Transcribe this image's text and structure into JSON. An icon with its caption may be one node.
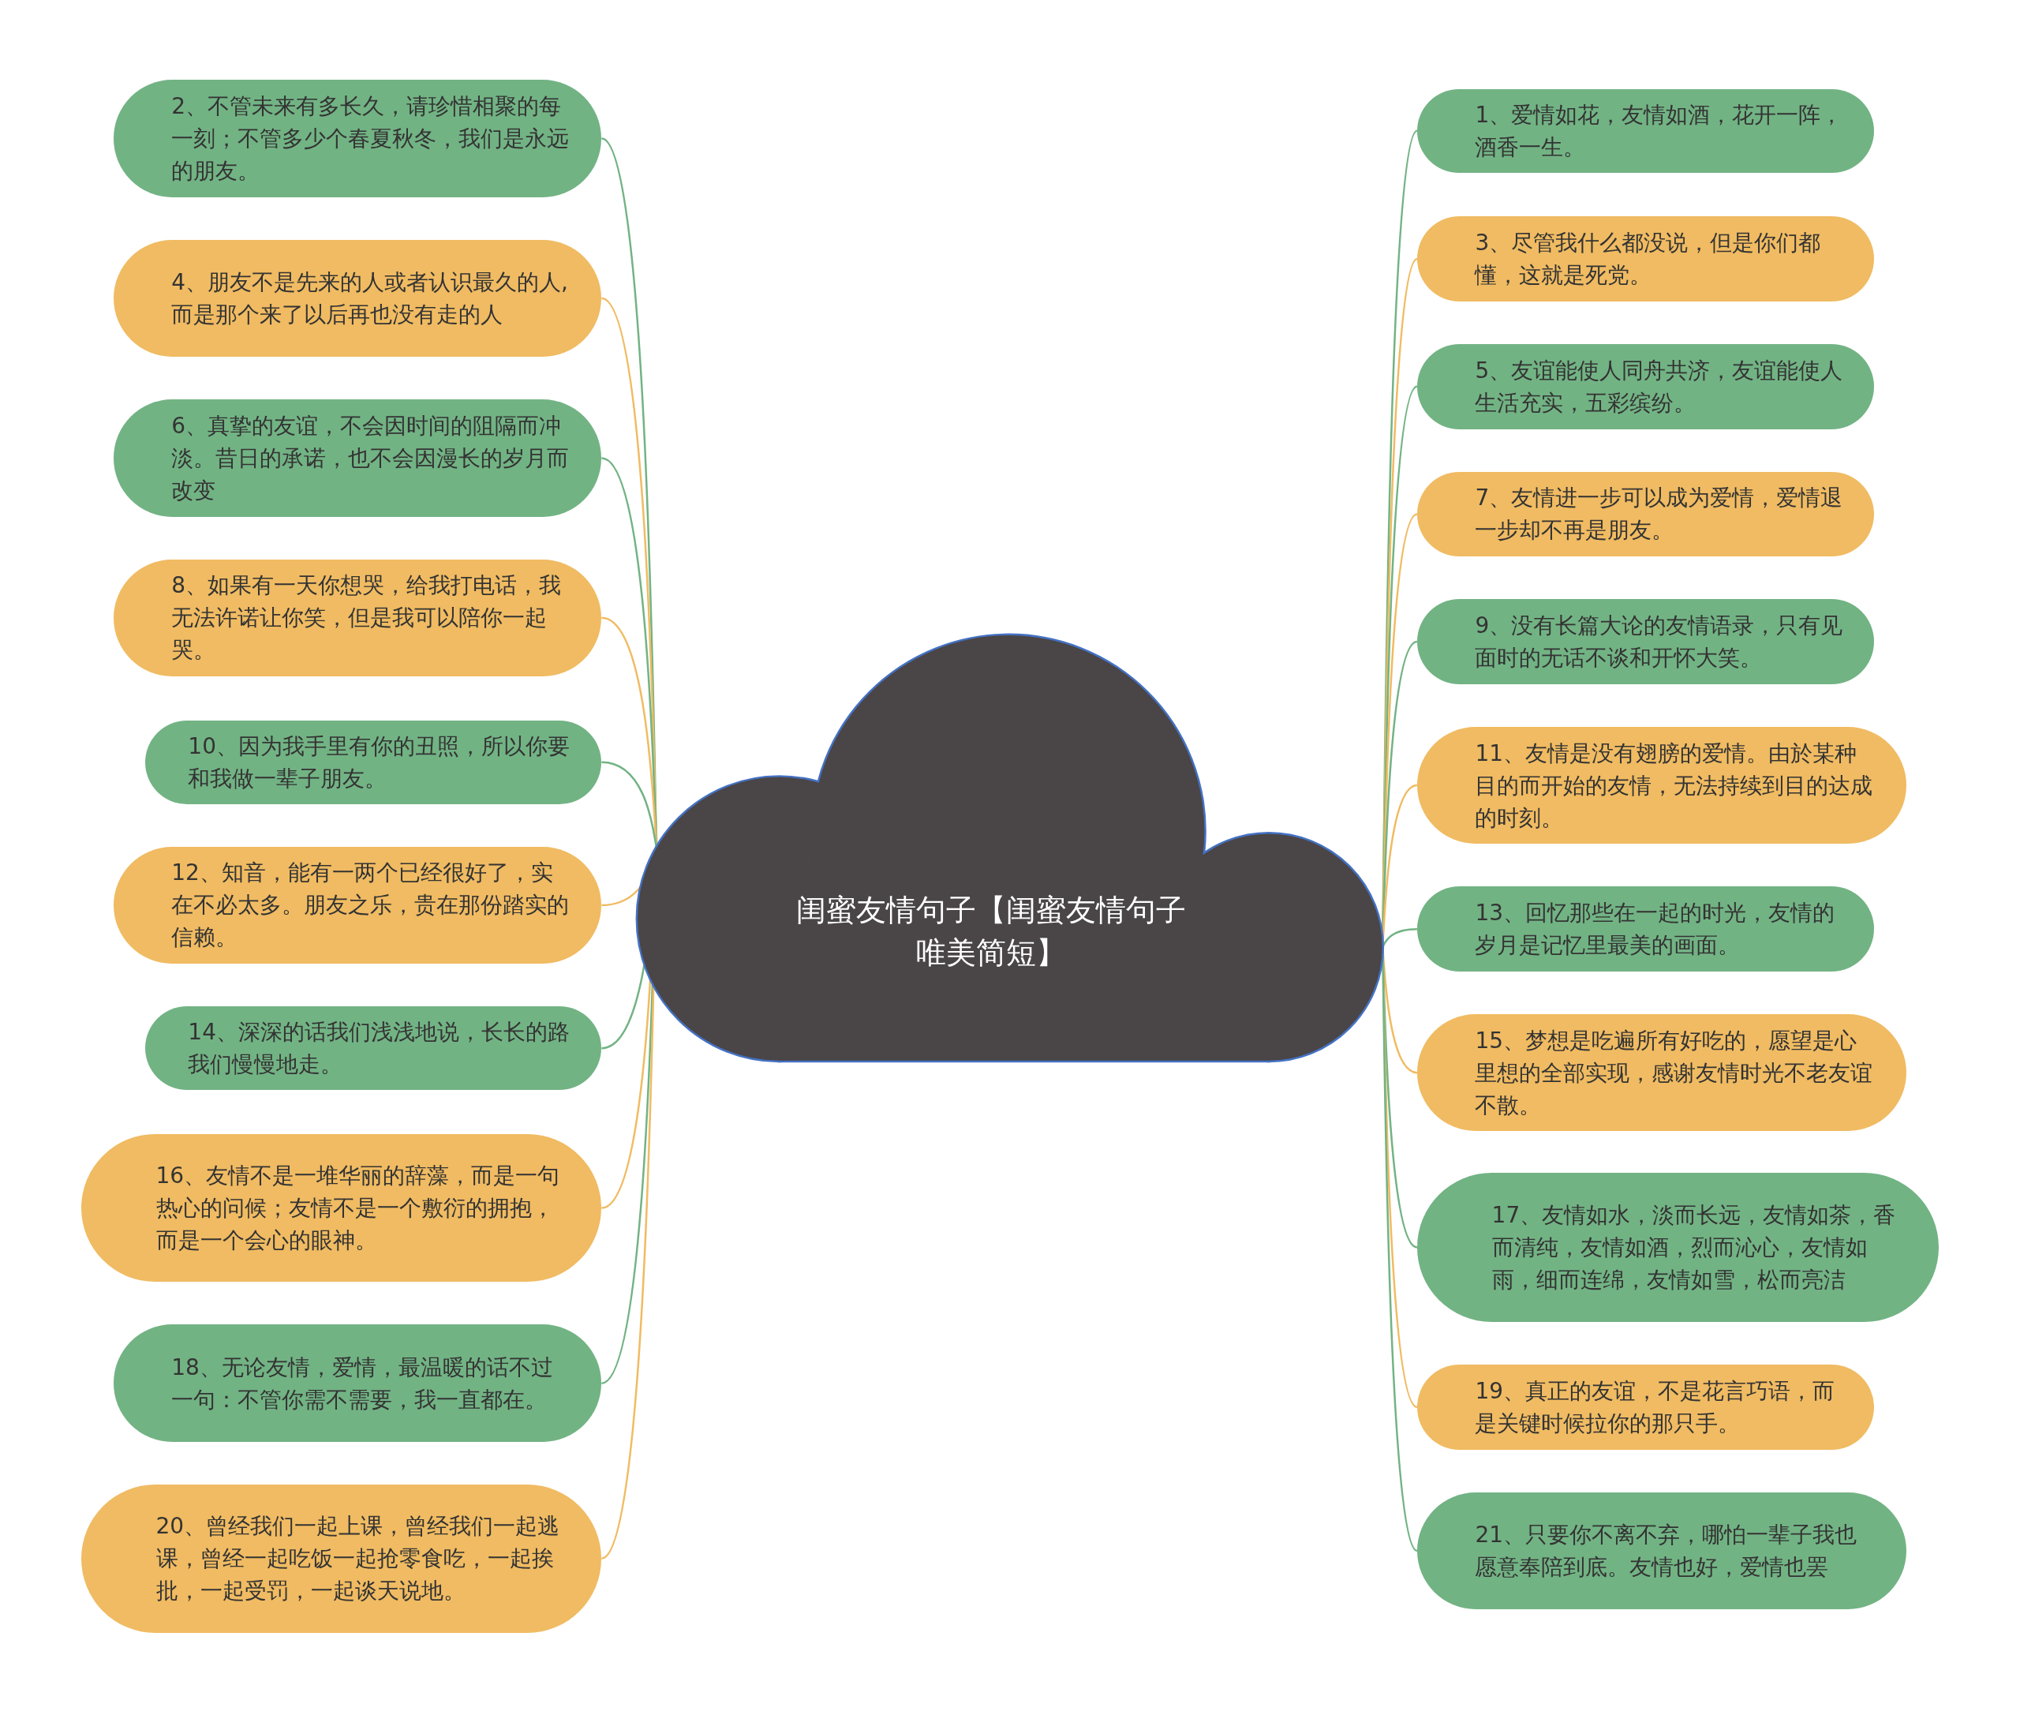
{
  "diagram": {
    "nodes": [
      {
        "text": [
          "闺蜜友情句子【闺蜜友情句子唯美简短】"
        ]
      },
      {
        "text": [
          "1、爱情如花，友情如酒，花开一阵，酒香一生。"
        ]
      },
      {
        "text": [
          "2、不管未来有多长久，请珍惜相聚的每一刻；不管多少个春夏秋冬，我们是永远的朋友。"
        ]
      },
      {
        "text": [
          "3、尽管我什么都没说，但是你们都懂，这就是死党。"
        ]
      },
      {
        "text": [
          "4、朋友不是先来的人或者认识最久的人,而是那个来了以后再也没有走的人"
        ]
      },
      {
        "text": [
          "5、友谊能使人同舟共济，友谊能使人生活充实，五彩缤纷。"
        ]
      },
      {
        "text": [
          "6、真挚的友谊，不会因时间的阻隔而冲淡。昔日的承诺，也不会因漫长的岁月而改变"
        ]
      },
      {
        "text": [
          "7、友情进一步可以成为爱情，爱情退一步却不再是朋友。"
        ]
      },
      {
        "text": [
          "8、如果有一天你想哭，给我打电话，我无法许诺让你笑，但是我可以陪你一起哭。"
        ]
      },
      {
        "text": [
          "9、没有长篇大论的友情语录，只有见面时的无话不谈和开怀大笑。"
        ]
      },
      {
        "text": [
          "10、因为我手里有你的丑照，所以你要和我做一辈子朋友。"
        ]
      },
      {
        "text": [
          "11、友情是没有翅膀的爱情。由於某种目的而开始的友情，无法持续到目的达成的时刻。"
        ]
      },
      {
        "text": [
          "12、知音，能有一两个已经很好了，实在不必太多。朋友之乐，贵在那份踏实的信赖。"
        ]
      },
      {
        "text": [
          "13、回忆那些在一起的时光，友情的岁月是记忆里最美的画面。"
        ]
      },
      {
        "text": [
          "14、深深的话我们浅浅地说，长长的路我们慢慢地走。"
        ]
      },
      {
        "text": [
          "15、梦想是吃遍所有好吃的，愿望是心里想的全部实现，感谢友情时光不老友谊不散。"
        ]
      },
      {
        "text": [
          "16、友情不是一堆华丽的辞藻，而是一句热心的问候；友情不是一个敷衍的拥抱，而是一个会心的眼神。"
        ]
      },
      {
        "text": [
          "17、友情如水，淡而长远，友情如茶，香而清纯，友情如酒，烈而沁心，友情如雨，细而连绵，友情如雪，松而亮洁"
        ]
      },
      {
        "text": [
          "18、无论友情，爱情，最温暖的话不过一句：不管你需不需要，我一直都在。"
        ]
      },
      {
        "text": [
          "19、真正的友谊，不是花言巧语，而是关键时候拉你的那只手。"
        ]
      },
      {
        "text": [
          "20、曾经我们一起上课，曾经我们一起逃课，曾经一起吃饭一起抢零食吃，一起挨批，一起受罚，一起谈天说地。"
        ]
      },
      {
        "text": [
          "21、只要你不离不弃，哪怕一辈子我也愿意奉陪到底。友情也好，爱情也罢"
        ]
      }
    ],
    "edges": [
      {
        "from": 0,
        "to": 1,
        "arrow": "none"
      },
      {
        "from": 0,
        "to": 2,
        "arrow": "none"
      },
      {
        "from": 0,
        "to": 3,
        "arrow": "none",
        "color": "#f0bb62"
      },
      {
        "from": 0,
        "to": 4,
        "arrow": "none",
        "color": "#f0bb62"
      },
      {
        "from": 0,
        "to": 5,
        "arrow": "none"
      },
      {
        "from": 0,
        "to": 6,
        "arrow": "none"
      },
      {
        "from": 0,
        "to": 7,
        "arrow": "none",
        "color": "#f0bb62"
      },
      {
        "from": 0,
        "to": 8,
        "arrow": "none",
        "color": "#f0bb62"
      },
      {
        "from": 0,
        "to": 9,
        "arrow": "none"
      },
      {
        "from": 0,
        "to": 10,
        "arrow": "none"
      },
      {
        "from": 0,
        "to": 11,
        "arrow": "none",
        "color": "#f0bb62"
      },
      {
        "from": 0,
        "to": 12,
        "arrow": "none",
        "color": "#f0bb62"
      },
      {
        "from": 0,
        "to": 13,
        "arrow": "none"
      },
      {
        "from": 0,
        "to": 14,
        "arrow": "none"
      },
      {
        "from": 0,
        "to": 15,
        "arrow": "none",
        "color": "#f0bb62"
      },
      {
        "from": 0,
        "to": 16,
        "arrow": "none",
        "color": "#f0bb62"
      },
      {
        "from": 0,
        "to": 17,
        "arrow": "none"
      },
      {
        "from": 0,
        "to": 18,
        "arrow": "none"
      },
      {
        "from": 0,
        "to": 19,
        "arrow": "none",
        "color": "#f0bb62"
      },
      {
        "from": 0,
        "to": 20,
        "arrow": "none",
        "color": "#f0bb62"
      },
      {
        "from": 0,
        "to": 21,
        "arrow": "none"
      }
    ]
  }
}
